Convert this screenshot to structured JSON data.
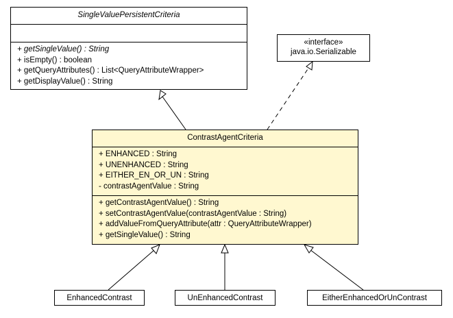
{
  "superclass": {
    "name": "SingleValuePersistentCriteria",
    "methods": [
      {
        "text": "+ getSingleValue() : String",
        "abstract": true
      },
      {
        "text": "+ isEmpty() : boolean",
        "abstract": false
      },
      {
        "text": "+ getQueryAttributes() : List<QueryAttributeWrapper>",
        "abstract": false
      },
      {
        "text": "+ getDisplayValue() : String",
        "abstract": false
      }
    ]
  },
  "interface": {
    "stereotype": "«interface»",
    "name": "java.io.Serializable"
  },
  "main_class": {
    "name": "ContrastAgentCriteria",
    "attributes": [
      "+ ENHANCED : String",
      "+ UNENHANCED : String",
      "+ EITHER_EN_OR_UN : String",
      "- contrastAgentValue : String"
    ],
    "methods": [
      "+ getContrastAgentValue() : String",
      "+ setContrastAgentValue(contrastAgentValue : String)",
      "+ addValueFromQueryAttribute(attr : QueryAttributeWrapper)",
      "+ getSingleValue() : String"
    ]
  },
  "subclasses": [
    {
      "name": "EnhancedContrast"
    },
    {
      "name": "UnEnhancedContrast"
    },
    {
      "name": "EitherEnhancedOrUnContrast"
    }
  ],
  "colors": {
    "main_fill": "#fff8d0",
    "box_fill": "#ffffff",
    "line": "#000000"
  }
}
